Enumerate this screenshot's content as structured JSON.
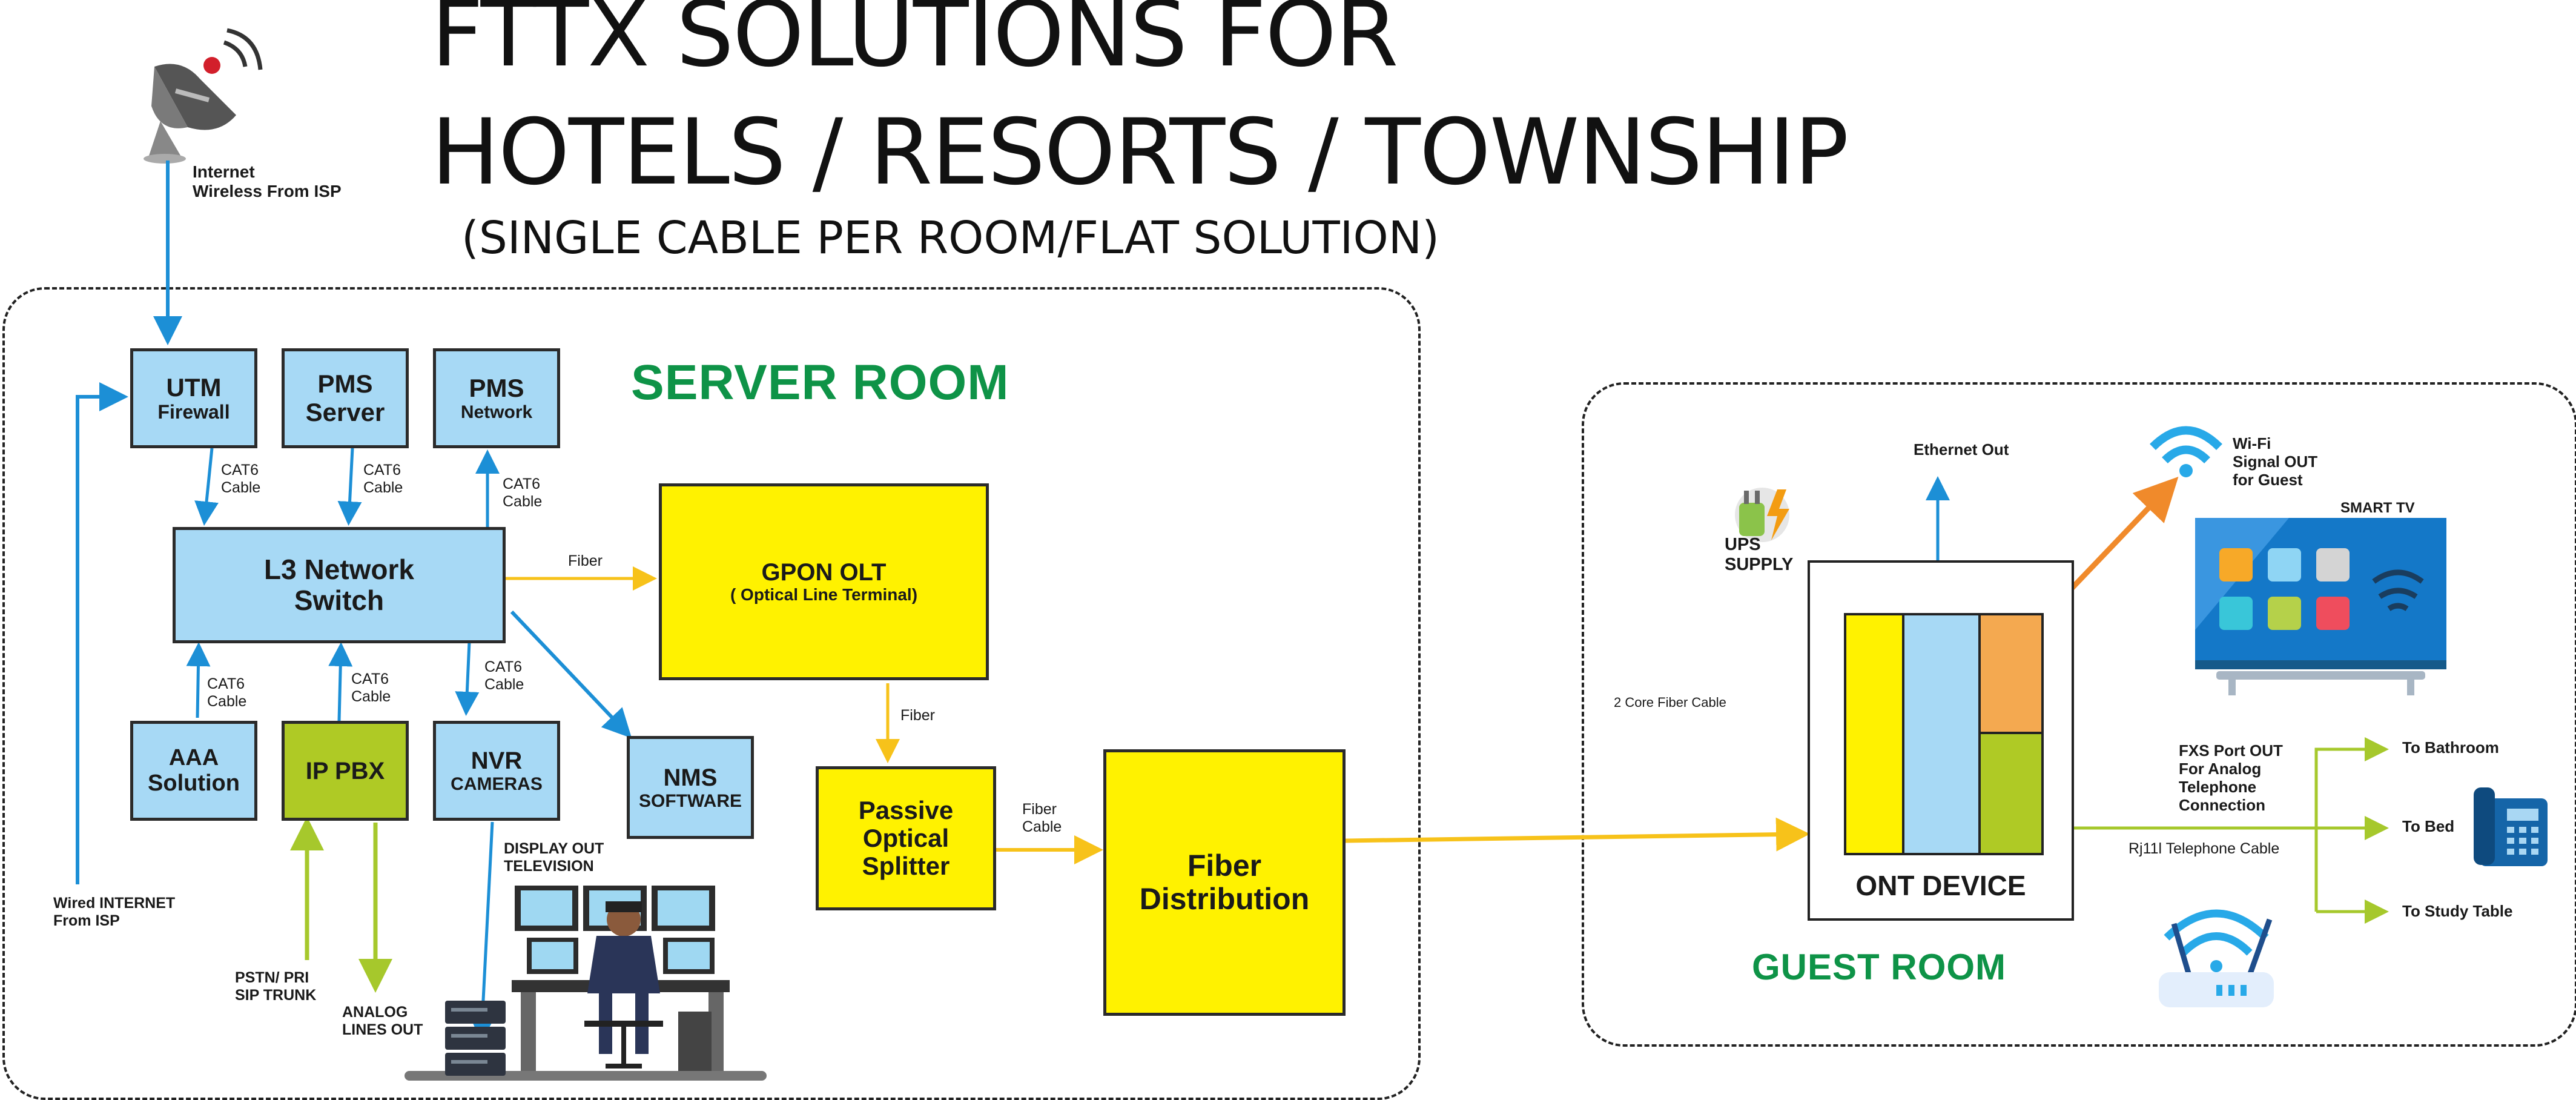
{
  "title": {
    "line1": "FTTX SOLUTIONS FOR",
    "line2": "HOTELS / RESORTS / TOWNSHIP",
    "line3": "(SINGLE CABLE PER ROOM/FLAT SOLUTION)"
  },
  "sections": {
    "server_room": "SERVER ROOM",
    "guest_room": "GUEST ROOM"
  },
  "nodes": {
    "utm": {
      "line1": "UTM",
      "line2": "Firewall"
    },
    "pms_server": {
      "line1": "PMS",
      "line2": "Server"
    },
    "pms_network": {
      "line1": "PMS",
      "line2": "Network"
    },
    "l3_switch": {
      "line1": "L3 Network",
      "line2": "Switch"
    },
    "gpon_olt": {
      "line1": "GPON OLT",
      "line2": "( Optical Line Terminal)"
    },
    "aaa": {
      "line1": "AAA",
      "line2": "Solution"
    },
    "ip_pbx": {
      "line1": "IP PBX"
    },
    "nvr": {
      "line1": "NVR",
      "line2": "CAMERAS"
    },
    "nms": {
      "line1": "NMS",
      "line2": "SOFTWARE"
    },
    "splitter": {
      "line1": "Passive",
      "line2": "Optical",
      "line3": "Splitter"
    },
    "fiber_distribution": {
      "line1": "Fiber",
      "line2": "Distribution"
    },
    "ont": {
      "label": "ONT DEVICE"
    },
    "smart_tv": {
      "label": "SMART TV"
    }
  },
  "labels": {
    "internet_wireless": "Internet\nWireless From ISP",
    "wired_internet": "Wired INTERNET\nFrom ISP",
    "cat6_1": "CAT6\nCable",
    "cat6_2": "CAT6\nCable",
    "cat6_3": "CAT6\nCable",
    "cat6_4": "CAT6\nCable",
    "cat6_5": "CAT6\nCable",
    "cat6_6": "CAT6\nCable",
    "fiber_olt": "Fiber",
    "fiber_split": "Fiber",
    "fiber_cable": "Fiber\nCable",
    "pstn": "PSTN/ PRI\nSIP TRUNK",
    "analog": "ANALOG\nLINES OUT",
    "display_out": "DISPLAY OUT\nTELEVISION",
    "two_core": "2 Core Fiber Cable",
    "ups": "UPS\nSUPPLY",
    "ethernet_out": "Ethernet Out",
    "wifi_out": "Wi-Fi\nSignal OUT\nfor Guest",
    "fxs": "FXS Port OUT\nFor Analog\nTelephone\nConnection",
    "rj11": "Rj11l Telephone Cable",
    "to_bathroom": "To Bathroom",
    "to_bed": "To Bed",
    "to_study": "To Study Table"
  },
  "colors": {
    "blue_link": "#1c8fd6",
    "fiber_link": "#f7c21a",
    "phone_link": "#a6c82c",
    "wifi_link": "#f08a2b",
    "section_green": "#0e9347",
    "box_blue": "#a7d9f5",
    "box_yellow": "#fff200",
    "box_green": "#afca25"
  },
  "icons": [
    "satellite-dish-icon",
    "operator-desk-icon",
    "server-rack-icon",
    "power-plug-icon",
    "wifi-icon",
    "smart-tv-icon",
    "telephone-icon",
    "wifi-router-icon"
  ]
}
